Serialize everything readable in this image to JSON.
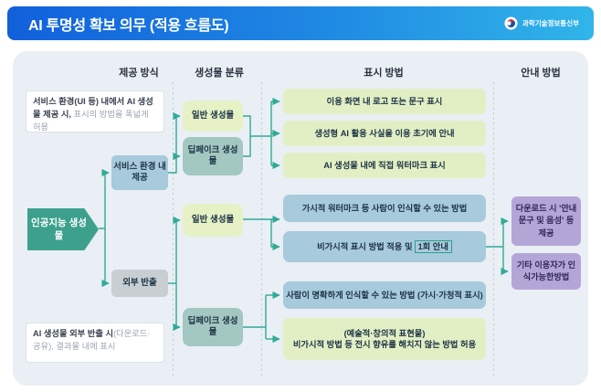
{
  "header": {
    "title": "AI 투명성 확보 의무 (적용 흐름도)",
    "logo_text": "과학기술정보통신부"
  },
  "columns": [
    {
      "label": "제공 방식"
    },
    {
      "label": "생성물 분류"
    },
    {
      "label": "표시 방법"
    },
    {
      "label": "안내 방법"
    }
  ],
  "notes": {
    "top": {
      "dark": "서비스 환경(UI 등) 내에서 AI 생성물 제공 시,",
      "gray": " 표시의 방법을 폭넓게 허용"
    },
    "bottom": {
      "dark": "AI 생성물 외부 반출 시",
      "gray": "(다운로드·공유), 결과물 내에 표시"
    }
  },
  "root": {
    "label": "인공지능 생성물"
  },
  "provision": [
    {
      "label": "서비스 환경 내 제공"
    },
    {
      "label": "외부 반출"
    }
  ],
  "classification": [
    {
      "label": "일반 생성물"
    },
    {
      "label": "딥페이크 생성물"
    },
    {
      "label": "일반 생성물"
    },
    {
      "label": "딥페이크 생성물"
    }
  ],
  "display_methods": [
    {
      "label": "이용 화면 내 로고 또는 문구 표시"
    },
    {
      "label": "생성형 AI 활용 사실을 이용 초기에 안내"
    },
    {
      "label": "AI 생성물 내에 직접 워터마크 표시"
    },
    {
      "label": "가시적 워터마크 등 사람이 인식할 수 있는 방법"
    },
    {
      "label_before": "비가시적 표시 방법 적용 및",
      "highlight": "1회 안내"
    },
    {
      "label": "사람이 명확하게 인식할 수 있는 방법 (가시·가청적 표시)"
    },
    {
      "line1": "(예술적·창의적 표현물)",
      "line2": "비가시적 방법 등 전시 향유를 해치지 않는 방법 허용"
    }
  ],
  "guide_methods": [
    {
      "label": "다운로드 시 '안내 문구 및 음성' 등 제공"
    },
    {
      "label": "기타 이용자가 인식가능한방법"
    }
  ],
  "colors": {
    "header_gradient_start": "#1160dc",
    "header_gradient_end": "#31b5e9",
    "panel_bg": "#e9eff4",
    "root_teal": "#3da08d",
    "node_blue": "#a7cadc",
    "node_gray": "#c9ced3",
    "node_yellow_green": "#e6f1c6",
    "node_teal": "#a2c8c1",
    "method_green": "#e2efc4",
    "method_blue": "#a7cadc",
    "guide_purple": "#b4a5d7",
    "connector": "#2faa96"
  }
}
